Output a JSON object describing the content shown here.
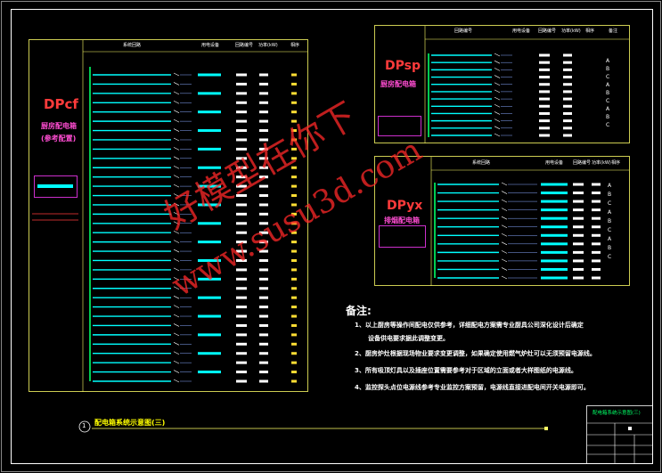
{
  "panels": {
    "left": {
      "tag": "DPcf",
      "subtitle_1": "厨房配电箱",
      "subtitle_2": "(参考配置)",
      "header": [
        "系统回路",
        "用电设备",
        "回路编号",
        "功率(kW)",
        "相序"
      ]
    },
    "top_right": {
      "tag": "DPsp",
      "subtitle": "厨房配电箱",
      "header": [
        "回路编号",
        "用电设备",
        "回路编号",
        "功率(kW)",
        "相序",
        "备注"
      ],
      "phases": [
        "A",
        "B",
        "C",
        "A",
        "B",
        "C",
        "A",
        "B",
        "C"
      ]
    },
    "bottom_right": {
      "tag": "DPyx",
      "subtitle": "排烟配电箱",
      "header": [
        "系统回路",
        "用电设备",
        "回路编号",
        "功率(kW)",
        "相序"
      ],
      "phases": [
        "A",
        "B",
        "C",
        "A",
        "B",
        "C",
        "A",
        "B",
        "C"
      ]
    }
  },
  "notes": {
    "title": "备注:",
    "items": [
      "1、以上厨房等操作间配电仅供参考，详细配电方案需专业厨具公司深化设计后确定",
      "设备供电要求据此调整变更。",
      "2、厨房炉灶根据现场物业要求变更调整，如果确定使用燃气炉灶可以无须预留电源线。",
      "3、所有吸顶灯具以及插座位置需要参考对于区域的立面或者大样图纸的电源线。",
      "4、监控探头点位电源线参考专业监控方案预留，电源线直接进配电间开关电源即可。"
    ]
  },
  "caption": {
    "number": "1",
    "text": "配电箱系统示意图(三)"
  },
  "title_block": {
    "drawing_name": "配电箱系统示意图(三)"
  },
  "watermark": {
    "line1": "好模型在你下",
    "line2": "www.susu3d.com"
  },
  "colors": {
    "background": "#000000",
    "frame": "#ffffff",
    "panel_border": "#ffff66",
    "wire": "#00ffff",
    "busbar": "#00ff66",
    "tag": "#ff3b3b",
    "subtitle": "#ff4dd2",
    "caption": "#ffff00",
    "watermark": "#ff2828"
  }
}
